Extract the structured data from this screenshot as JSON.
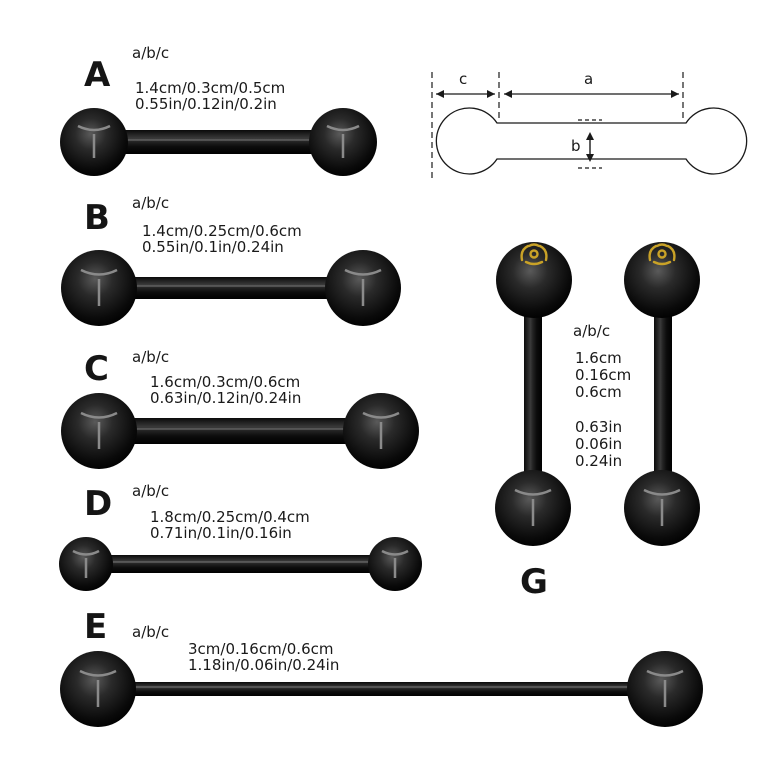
{
  "items": [
    {
      "letter": "A",
      "abc": "a/b/c",
      "metric": "1.4cm/0.3cm/0.5cm",
      "imperial": "0.55in/0.12in/0.2in"
    },
    {
      "letter": "B",
      "abc": "a/b/c",
      "metric": "1.4cm/0.25cm/0.6cm",
      "imperial": "0.55in/0.1in/0.24in"
    },
    {
      "letter": "C",
      "abc": "a/b/c",
      "metric": "1.6cm/0.3cm/0.6cm",
      "imperial": "0.63in/0.12in/0.24in"
    },
    {
      "letter": "D",
      "abc": "a/b/c",
      "metric": "1.8cm/0.25cm/0.4cm",
      "imperial": "0.71in/0.1in/0.16in"
    },
    {
      "letter": "E",
      "abc": "a/b/c",
      "metric": "3cm/0.16cm/0.6cm",
      "imperial": "1.18in/0.06in/0.24in"
    }
  ],
  "item_g": {
    "letter": "G",
    "abc": "a/b/c",
    "metric": [
      "1.6cm",
      "0.16cm",
      "0.6cm"
    ],
    "imperial": [
      "0.63in",
      "0.06in",
      "0.24in"
    ]
  },
  "diagram": {
    "label_a": "a",
    "label_b": "b",
    "label_c": "c"
  },
  "colors": {
    "metal": "#0d0d0d",
    "logo": "#c9a227",
    "outline": "#1a1a1a"
  }
}
